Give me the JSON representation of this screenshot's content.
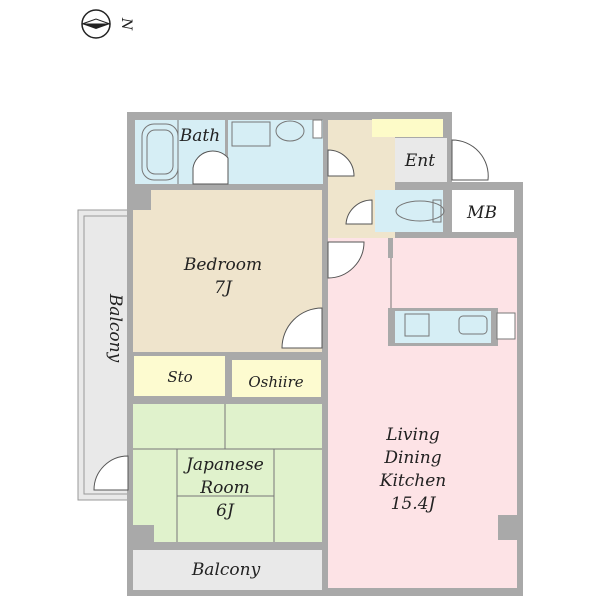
{
  "compass": {
    "label": "N",
    "icon": "north-arrow-icon"
  },
  "rooms": {
    "bath": "Bath",
    "entrance": "Ent",
    "meter_box": "MB",
    "bedroom": {
      "name": "Bedroom",
      "size": "7J"
    },
    "storage": "Sto",
    "oshiire": "Oshiire",
    "japanese_room": {
      "name1": "Japanese",
      "name2": "Room",
      "size": "6J"
    },
    "ldk": {
      "line1": "Living",
      "line2": "Dining",
      "line3": "Kitchen",
      "size": "15.4J"
    },
    "balcony_side": "Balcony",
    "balcony_bottom": "Balcony"
  },
  "colors": {
    "wet_area": "#d6eef5",
    "hall": "#efe5cc",
    "bedroom": "#efe4cc",
    "storage": "#fdfbd0",
    "tatami": "#e0f2cc",
    "ldk": "#fde3e6",
    "balcony": "#e9e9e9",
    "wall": "#a9a9a9"
  }
}
